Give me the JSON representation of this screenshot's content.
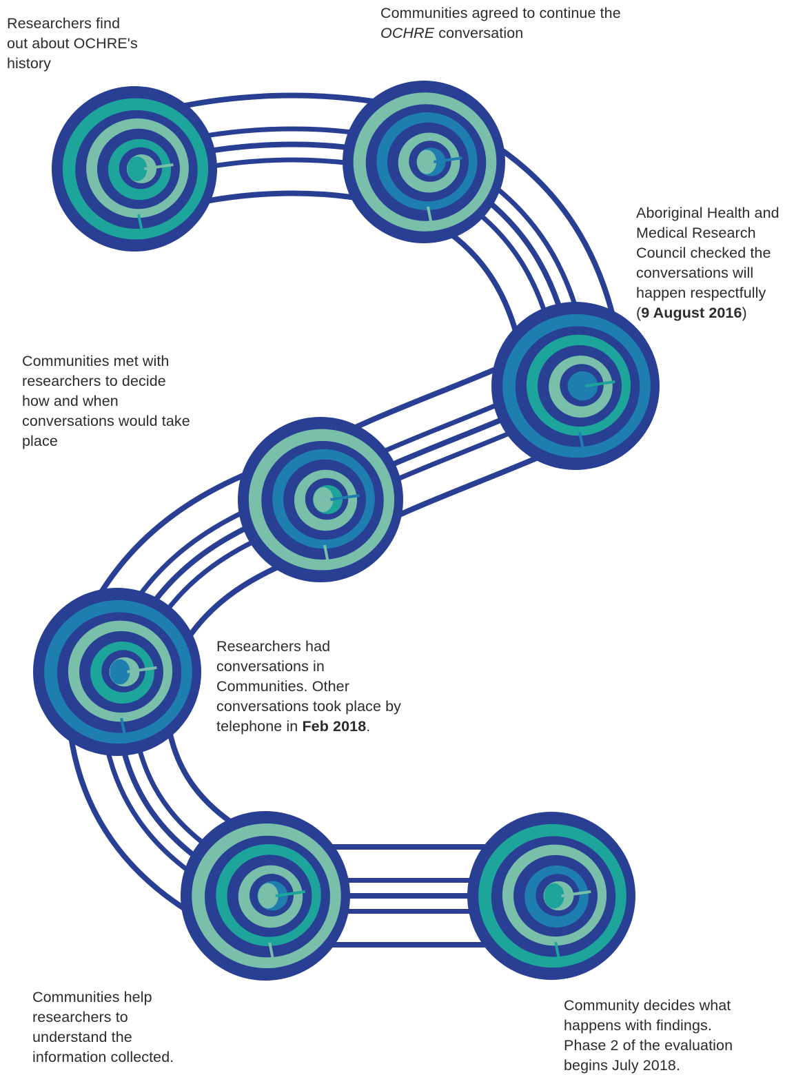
{
  "steps": [
    {
      "id": "history",
      "lines": [
        [
          {
            "t": "Researchers find"
          }
        ],
        [
          {
            "t": "out about OCHRE's"
          }
        ],
        [
          {
            "t": "history"
          }
        ]
      ]
    },
    {
      "id": "continue",
      "lines": [
        [
          {
            "t": "Communities agreed to continue the"
          }
        ],
        [
          {
            "t": "OCHRE",
            "i": true
          },
          {
            "t": " conversation"
          }
        ]
      ]
    },
    {
      "id": "council",
      "lines": [
        [
          {
            "t": "Aboriginal Health and"
          }
        ],
        [
          {
            "t": "Medical Research"
          }
        ],
        [
          {
            "t": "Council checked the"
          }
        ],
        [
          {
            "t": "conversations will"
          }
        ],
        [
          {
            "t": "happen respectfully"
          }
        ],
        [
          {
            "t": "("
          },
          {
            "t": "9 August 2016",
            "b": true
          },
          {
            "t": ")"
          }
        ]
      ]
    },
    {
      "id": "planning",
      "lines": [
        [
          {
            "t": "Communities met with"
          }
        ],
        [
          {
            "t": "researchers to decide"
          }
        ],
        [
          {
            "t": "how and when"
          }
        ],
        [
          {
            "t": "conversations would take"
          }
        ],
        [
          {
            "t": "place"
          }
        ]
      ]
    },
    {
      "id": "conversations",
      "lines": [
        [
          {
            "t": "Researchers had"
          }
        ],
        [
          {
            "t": "conversations in"
          }
        ],
        [
          {
            "t": "Communities. Other"
          }
        ],
        [
          {
            "t": "conversations took place by"
          }
        ],
        [
          {
            "t": "telephone in "
          },
          {
            "t": "Feb 2018",
            "b": true
          },
          {
            "t": "."
          }
        ]
      ]
    },
    {
      "id": "understand",
      "lines": [
        [
          {
            "t": "Communities help"
          }
        ],
        [
          {
            "t": "researchers to"
          }
        ],
        [
          {
            "t": "understand the"
          }
        ],
        [
          {
            "t": "information collected."
          }
        ]
      ]
    },
    {
      "id": "findings",
      "lines": [
        [
          {
            "t": "Community decides what"
          }
        ],
        [
          {
            "t": "happens with findings."
          }
        ],
        [
          {
            "t": "Phase 2 of the evaluation"
          }
        ],
        [
          {
            "t": "begins July 2018."
          }
        ]
      ]
    }
  ],
  "colors": {
    "dark": "#283f93",
    "mid": "#1f7eb0",
    "teal": "#1ea59b",
    "sage": "#7abfaa",
    "text": "#2b2b2b"
  }
}
